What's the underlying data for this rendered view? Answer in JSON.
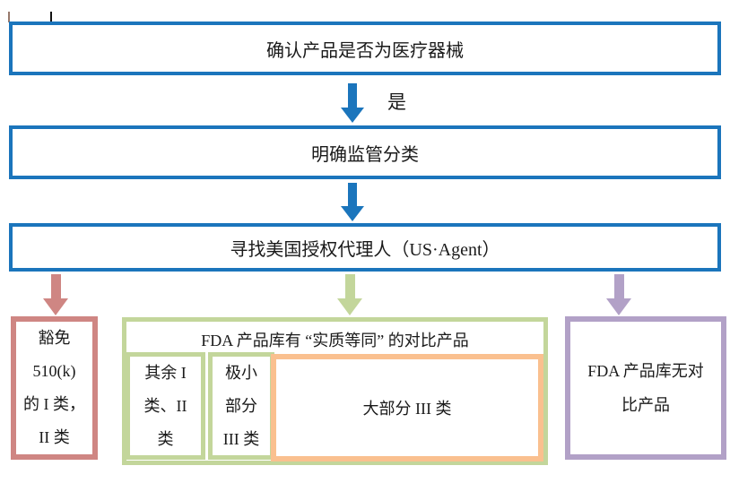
{
  "diagram": {
    "title_implied": "医疗器械 FDA 注册流程图",
    "colors": {
      "flow_blue": "#1B75BC",
      "exempt_red": "#CF8683",
      "equivalent_green": "#C3D69B",
      "majority_orange": "#FAC08F",
      "no_match_purple": "#B2A1C7",
      "text": "#1a1a1a",
      "background": "#ffffff"
    },
    "steps": {
      "step1": "确认产品是否为医疗器械",
      "yes_label": "是",
      "step2": "明确监管分类",
      "step3": "寻找美国授权代理人（US·Agent）"
    },
    "outcomes": {
      "exempt": {
        "lines": [
          "豁免",
          "510(k)",
          "的 I 类，",
          "II 类"
        ]
      },
      "equivalent": {
        "header": "FDA 产品库有 “实质等同” 的对比产品",
        "cell_rest_lines": [
          "其余 I",
          "类、II",
          "类"
        ],
        "cell_tiny_lines": [
          "极小",
          "部分",
          "III 类"
        ],
        "cell_majority": "大部分 III 类"
      },
      "no_match": {
        "lines": [
          "FDA 产品库无对",
          "比产品"
        ]
      }
    }
  }
}
